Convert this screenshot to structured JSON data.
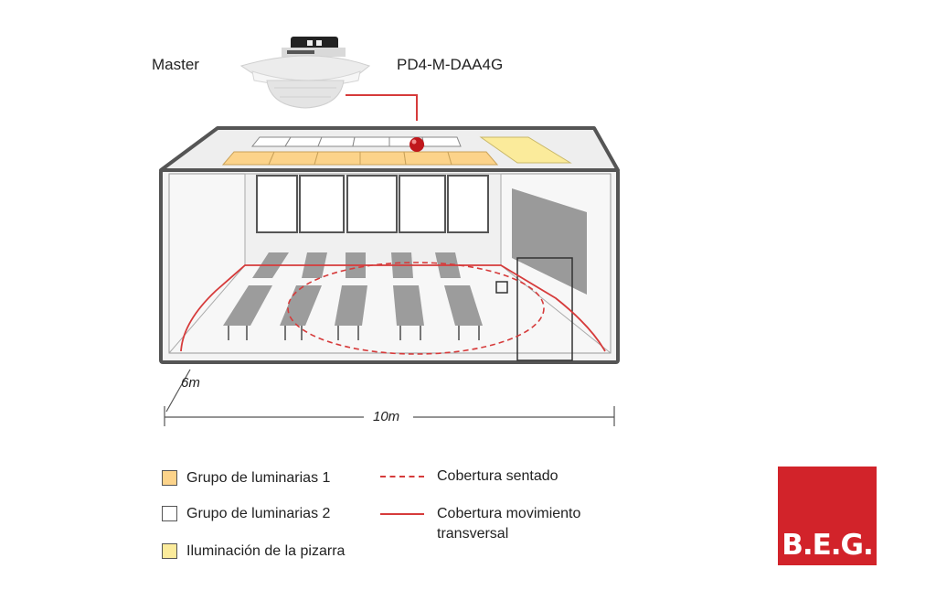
{
  "labels": {
    "master": "Master",
    "model": "PD4-M-DAA4G",
    "depth": "6m",
    "width": "10m"
  },
  "legend": {
    "group1": "Grupo de luminarias 1",
    "group2": "Grupo de luminarias 2",
    "board": "Iluminación de la pizarra",
    "seated": "Cobertura sentado",
    "transversal": "Cobertura movimiento transversal"
  },
  "colors": {
    "group1": "#fcd38a",
    "group2": "#ffffff",
    "board": "#fbeb9b",
    "coverage": "#d63b3b",
    "logo": "#d2232a"
  },
  "logo": "B.E.G."
}
